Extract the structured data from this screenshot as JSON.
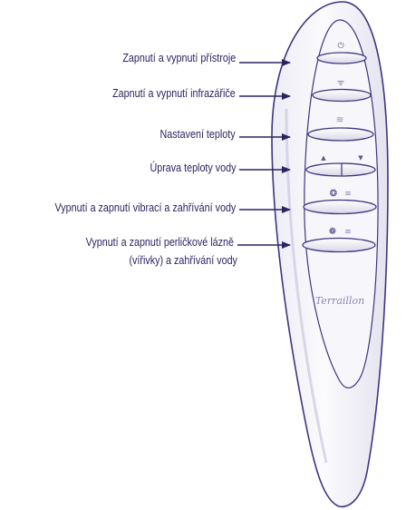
{
  "callouts": [
    {
      "id": "power",
      "text": "Zapnutí a vypnutí přístroje"
    },
    {
      "id": "infrared",
      "text": "Zapnutí a vypnutí infrazářiče"
    },
    {
      "id": "temperature",
      "text": "Nastavení teploty"
    },
    {
      "id": "water-temperature",
      "text": "Úprava teploty vody"
    },
    {
      "id": "vibration",
      "text": "Vypnutí a zapnutí vibrací a zahřívání vody"
    },
    {
      "id": "bubble-line1",
      "text": "Vypnutí a zapnutí perličkové lázně"
    },
    {
      "id": "bubble-line2",
      "text": "(vířivky) a zahřívání vody"
    }
  ],
  "device": {
    "brand": "Terraillon",
    "outline_color": "#3d3580",
    "label_color": "#2a2462",
    "brand_color": "#8a86b0"
  },
  "buttons": [
    {
      "id": "power",
      "icon": "power-icon",
      "glyph": "⏻"
    },
    {
      "id": "infrared",
      "icon": "infrared-icon",
      "glyph": "ᯤ"
    },
    {
      "id": "temperature",
      "icon": "heat-waves-icon",
      "glyph": "≋"
    },
    {
      "id": "up",
      "icon": "arrow-up-icon",
      "glyph": "▲"
    },
    {
      "id": "down",
      "icon": "arrow-down-icon",
      "glyph": "▼"
    },
    {
      "id": "vibration",
      "icon": "vibration-icon",
      "glyph": "❂"
    },
    {
      "id": "bubbles",
      "icon": "bubbles-icon",
      "glyph": "❁"
    }
  ]
}
